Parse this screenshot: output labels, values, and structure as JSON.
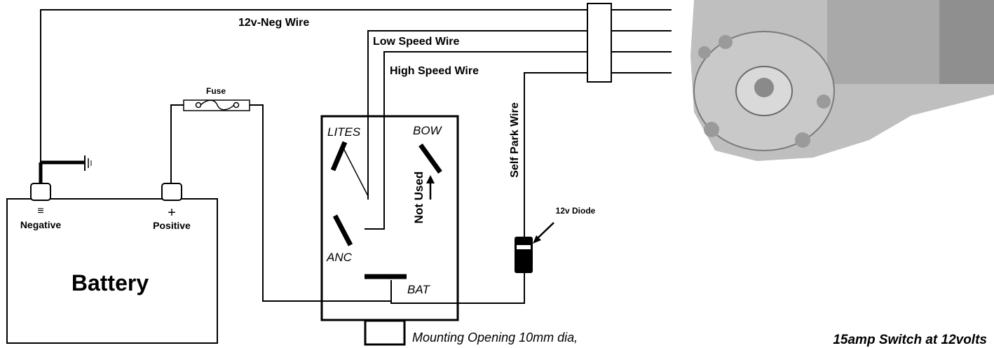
{
  "wires": {
    "neg": "12v-Neg Wire",
    "low": "Low Speed Wire",
    "high": "High Speed Wire",
    "park": "Self Park Wire"
  },
  "fuse": {
    "label": "Fuse"
  },
  "battery": {
    "title": "Battery",
    "negative": "Negative",
    "positive": "Positive",
    "neg_symbol": "≡",
    "pos_symbol": "+"
  },
  "switch": {
    "lites": "LITES",
    "bow": "BOW",
    "anc": "ANC",
    "bat": "BAT",
    "not_used": "Not Used"
  },
  "diode": {
    "label": "12v Diode"
  },
  "footer": {
    "mounting": "Mounting Opening 10mm dia,",
    "rating": "15amp Switch at 12volts"
  },
  "motor": {
    "icon": "wiper-motor-icon"
  }
}
